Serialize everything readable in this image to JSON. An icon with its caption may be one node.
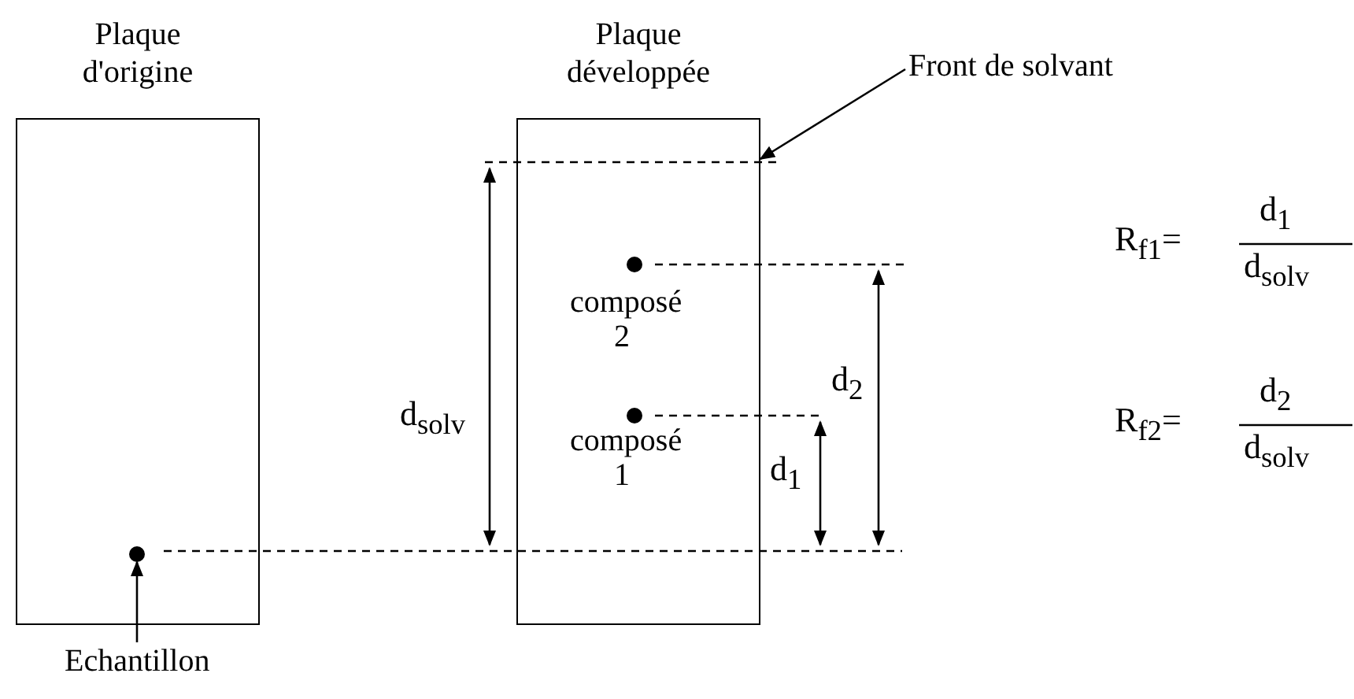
{
  "diagram": {
    "nodes": [
      {
        "text": [
          "Plaque d'origine"
        ]
      },
      {
        "text": [
          "Plaque développée"
        ]
      },
      {
        "text": [],
        "shape": "circle",
        "in": 0
      },
      {
        "text": [],
        "shape": "circle",
        "in": 1,
        "beside": [
          "composé 2"
        ]
      },
      {
        "text": [],
        "shape": "circle",
        "in": 1,
        "beside": [
          "composé 1"
        ]
      },
      {
        "text": [
          "Echantillon"
        ]
      },
      {
        "text": [
          "Front de solvant"
        ]
      }
    ],
    "edges": [
      {
        "from": 5,
        "to": 2,
        "arrow": "to"
      },
      {
        "from": 6,
        "to": 1,
        "arrow": "to"
      }
    ],
    "labels": [
      "d$_{solv}$",
      "d$_{2}$",
      "d$_{1}$",
      "R$_{f1}$=",
      "d$_{1}$",
      "d$_{solv}$",
      "R$_{f2}$=",
      "d$_{2}$",
      "d$_{solv}$"
    ]
  }
}
